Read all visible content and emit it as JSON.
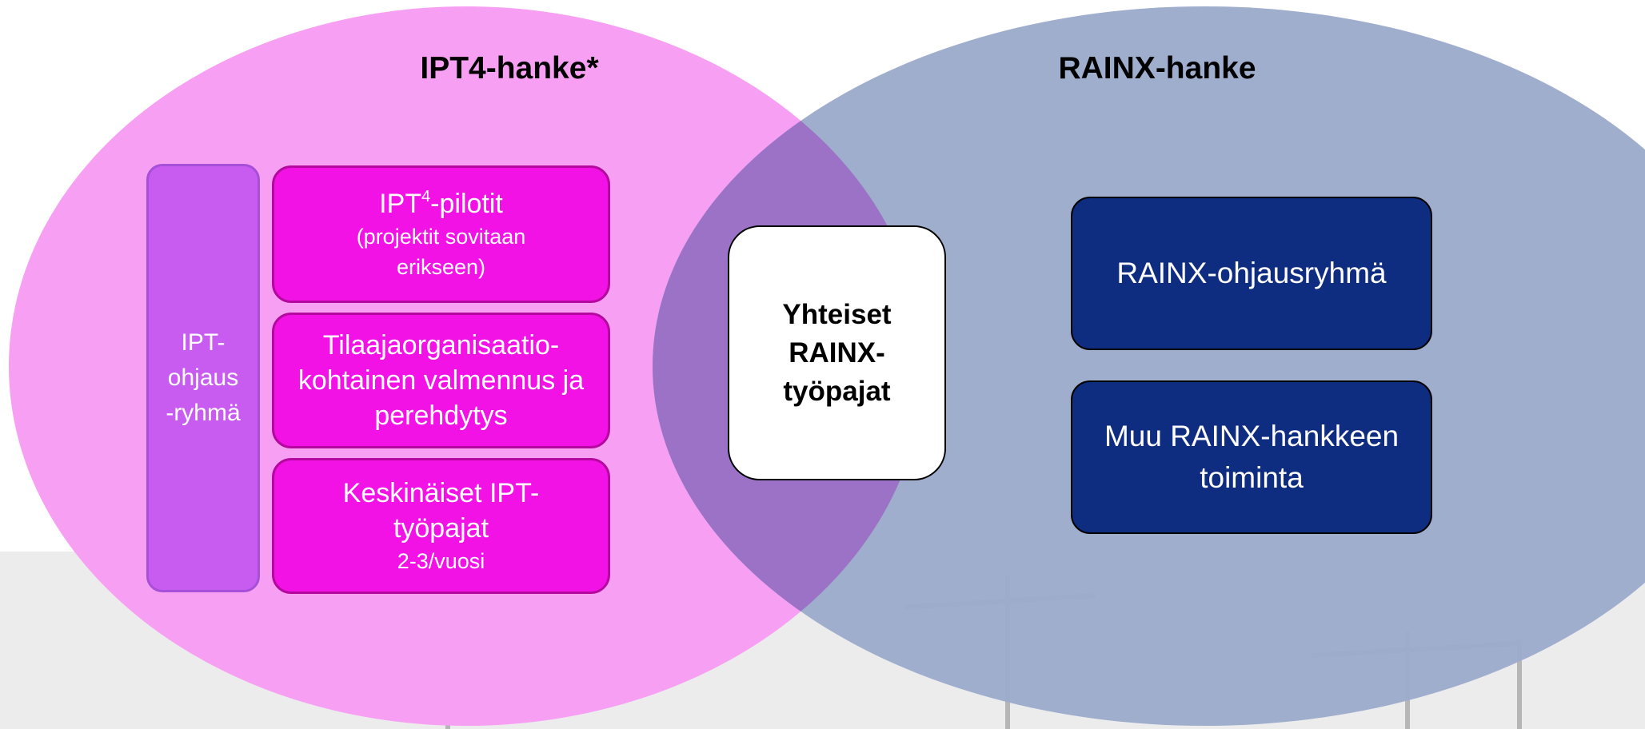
{
  "left_circle": {
    "title": "IPT4-hanke*",
    "color": "#f7a0f3",
    "steering_group": [
      "IPT-",
      "ohjaus",
      "-ryhmä"
    ],
    "boxes": [
      {
        "title_main": "IPT",
        "title_sup": "4",
        "title_rest": "-pilotit",
        "sub": [
          "(projektit sovitaan",
          "erikseen)"
        ]
      },
      {
        "lines": [
          "Tilaajaorganisaatio-",
          "kohtainen valmennus ja",
          "perehdytys"
        ]
      },
      {
        "lines": [
          "Keskinäiset IPT-",
          "työpajat"
        ],
        "sub": "2-3/vuosi"
      }
    ]
  },
  "right_circle": {
    "title": "RAINX-hanke",
    "color": "#9dabcc",
    "boxes": [
      {
        "lines": [
          "RAINX-ohjausryhmä"
        ]
      },
      {
        "lines": [
          "Muu RAINX-hankkeen",
          "toiminta"
        ]
      }
    ]
  },
  "intersection": {
    "color": "#9b72c6",
    "lines": [
      "Yhteiset",
      "RAINX-",
      "työpajat"
    ]
  }
}
